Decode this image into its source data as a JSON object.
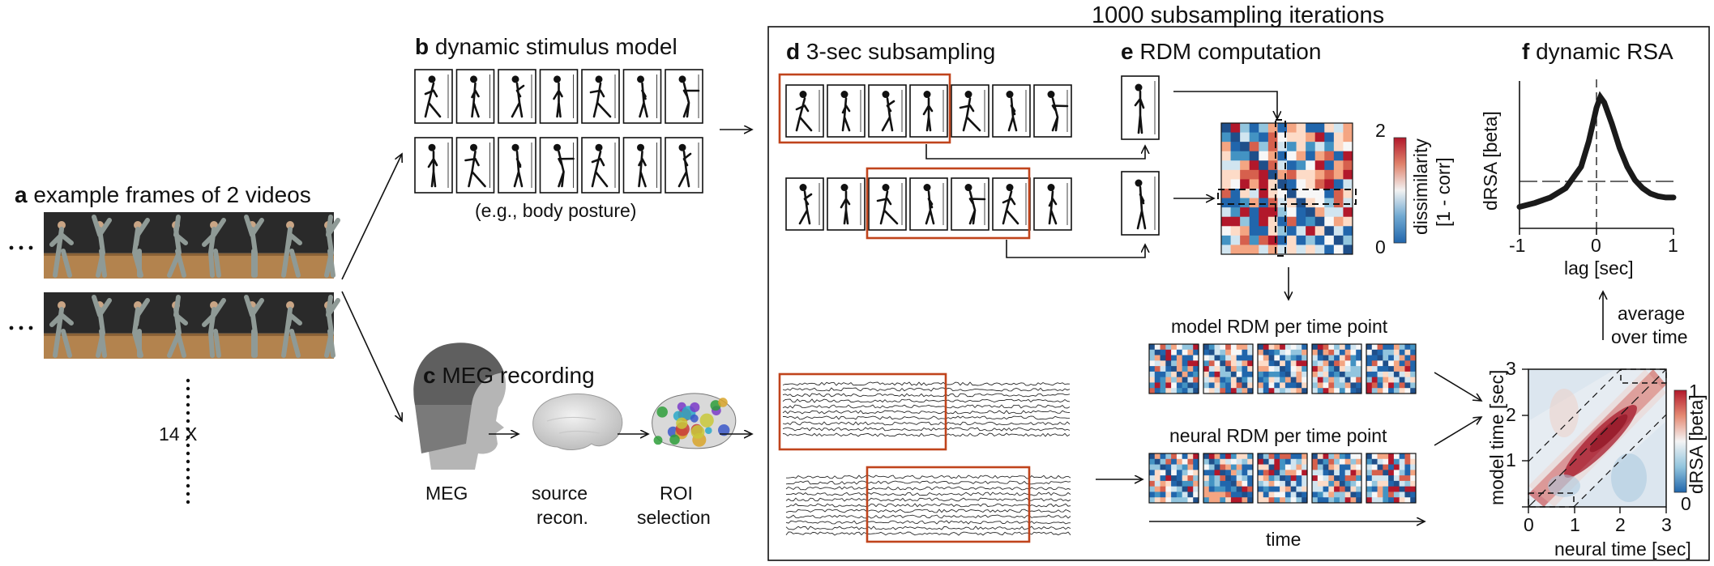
{
  "panels": {
    "a": {
      "letter": "a",
      "title": "example frames of 2 videos",
      "repeat_label": "14 X"
    },
    "b": {
      "letter": "b",
      "title": "dynamic stimulus model",
      "note": "(e.g., body posture)"
    },
    "c": {
      "letter": "c",
      "title": "MEG recording",
      "steps": [
        {
          "label1": "MEG",
          "label2": ""
        },
        {
          "label1": "source",
          "label2": "recon."
        },
        {
          "label1": "ROI",
          "label2": "selection"
        }
      ]
    },
    "d": {
      "letter": "d",
      "title": "3-sec subsampling"
    },
    "e": {
      "letter": "e",
      "title": "RDM computation",
      "colorbar_label1": "dissimilarity",
      "colorbar_label2": "[1 - corr]",
      "colorbar_max": "2",
      "colorbar_min": "0",
      "model_rdm_label": "model RDM per time point",
      "neural_rdm_label": "neural RDM per time point",
      "time_label": "time"
    },
    "f": {
      "letter": "f",
      "title": "dynamic RSA",
      "ylabel": "dRSA [beta]",
      "xlabel": "lag [sec]",
      "xticks": [
        "-1",
        "0",
        "1"
      ],
      "average_label1": "average",
      "average_label2": "over time"
    },
    "matrix": {
      "ylabel": "model time [sec]",
      "xlabel": "neural time [sec]",
      "xticks": [
        "0",
        "1",
        "2",
        "3"
      ],
      "yticks": [
        "0",
        "1",
        "2",
        "3"
      ],
      "colorbar_label": "dRSA [beta]",
      "colorbar_max": "1",
      "colorbar_min": "0"
    }
  },
  "iterations_label": "1000 subsampling iterations",
  "colors": {
    "accent_box": "#c0441c",
    "cb_red": "#b2182b",
    "cb_blue": "#2166ac"
  },
  "chart_data": {
    "type": "line",
    "x": [
      -1.0,
      -0.8,
      -0.6,
      -0.4,
      -0.2,
      -0.1,
      0.0,
      0.05,
      0.1,
      0.2,
      0.3,
      0.4,
      0.5,
      0.6,
      0.7,
      0.8,
      0.9,
      1.0
    ],
    "y": [
      0.06,
      0.09,
      0.13,
      0.2,
      0.36,
      0.55,
      0.8,
      0.88,
      0.84,
      0.68,
      0.5,
      0.36,
      0.26,
      0.2,
      0.16,
      0.14,
      0.13,
      0.13
    ],
    "xlim": [
      -1,
      1
    ],
    "ylim": [
      -0.1,
      1
    ],
    "xlabel": "lag [sec]",
    "ylabel": "dRSA [beta]"
  }
}
